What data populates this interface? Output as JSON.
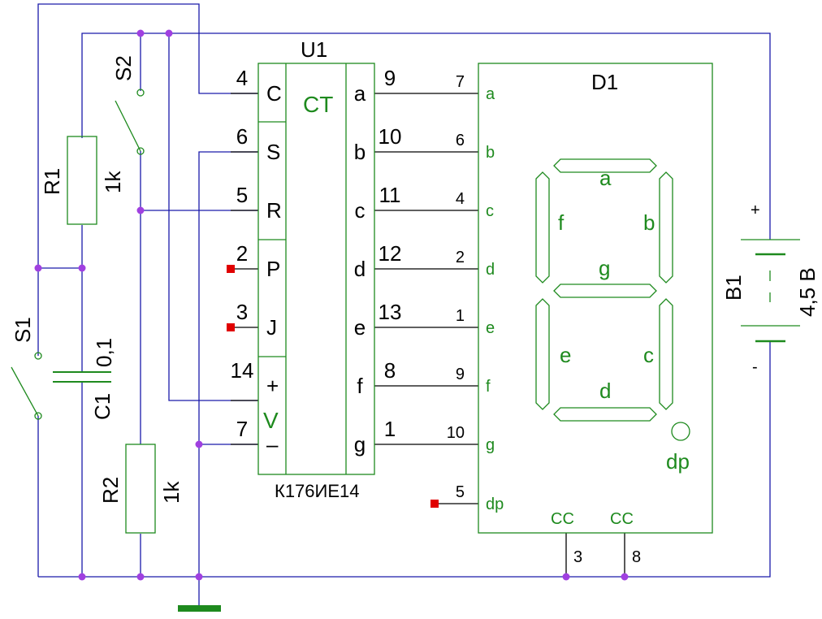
{
  "u1": {
    "ref": "U1",
    "part": "К176ИЕ14",
    "func": "CT",
    "left_pins": [
      {
        "name": "C",
        "num": "4"
      },
      {
        "name": "S",
        "num": "6"
      },
      {
        "name": "R",
        "num": "5"
      },
      {
        "name": "P",
        "num": "2"
      },
      {
        "name": "J",
        "num": "3"
      },
      {
        "name": "+",
        "num": "14"
      },
      {
        "name": "–",
        "num": "7"
      }
    ],
    "supply_label": "V",
    "right_pins": [
      {
        "name": "a",
        "num": "9"
      },
      {
        "name": "b",
        "num": "10"
      },
      {
        "name": "c",
        "num": "11"
      },
      {
        "name": "d",
        "num": "12"
      },
      {
        "name": "e",
        "num": "13"
      },
      {
        "name": "f",
        "num": "8"
      },
      {
        "name": "g",
        "num": "1"
      }
    ]
  },
  "d1": {
    "ref": "D1",
    "pins": [
      {
        "name": "a",
        "num": "7"
      },
      {
        "name": "b",
        "num": "6"
      },
      {
        "name": "c",
        "num": "4"
      },
      {
        "name": "d",
        "num": "2"
      },
      {
        "name": "e",
        "num": "1"
      },
      {
        "name": "f",
        "num": "9"
      },
      {
        "name": "g",
        "num": "10"
      },
      {
        "name": "dp",
        "num": "5"
      }
    ],
    "segments": {
      "a": "a",
      "b": "b",
      "c": "c",
      "d": "d",
      "e": "e",
      "f": "f",
      "g": "g",
      "dp": "dp"
    },
    "common": [
      {
        "name": "CC",
        "num": "3"
      },
      {
        "name": "CC",
        "num": "8"
      }
    ]
  },
  "r1": {
    "ref": "R1",
    "value": "1k"
  },
  "r2": {
    "ref": "R2",
    "value": "1k"
  },
  "c1": {
    "ref": "C1",
    "value": "0,1"
  },
  "s1": {
    "ref": "S1"
  },
  "s2": {
    "ref": "S2"
  },
  "b1": {
    "ref": "B1",
    "value": "4,5 B",
    "plus": "+",
    "minus": "-"
  },
  "colors": {
    "wire": "#1a1aaa",
    "component": "#000000",
    "display": "#1e8a1e",
    "junction": "#a040e0",
    "unconnected": "#e00000",
    "ground": "#1e8a1e"
  }
}
